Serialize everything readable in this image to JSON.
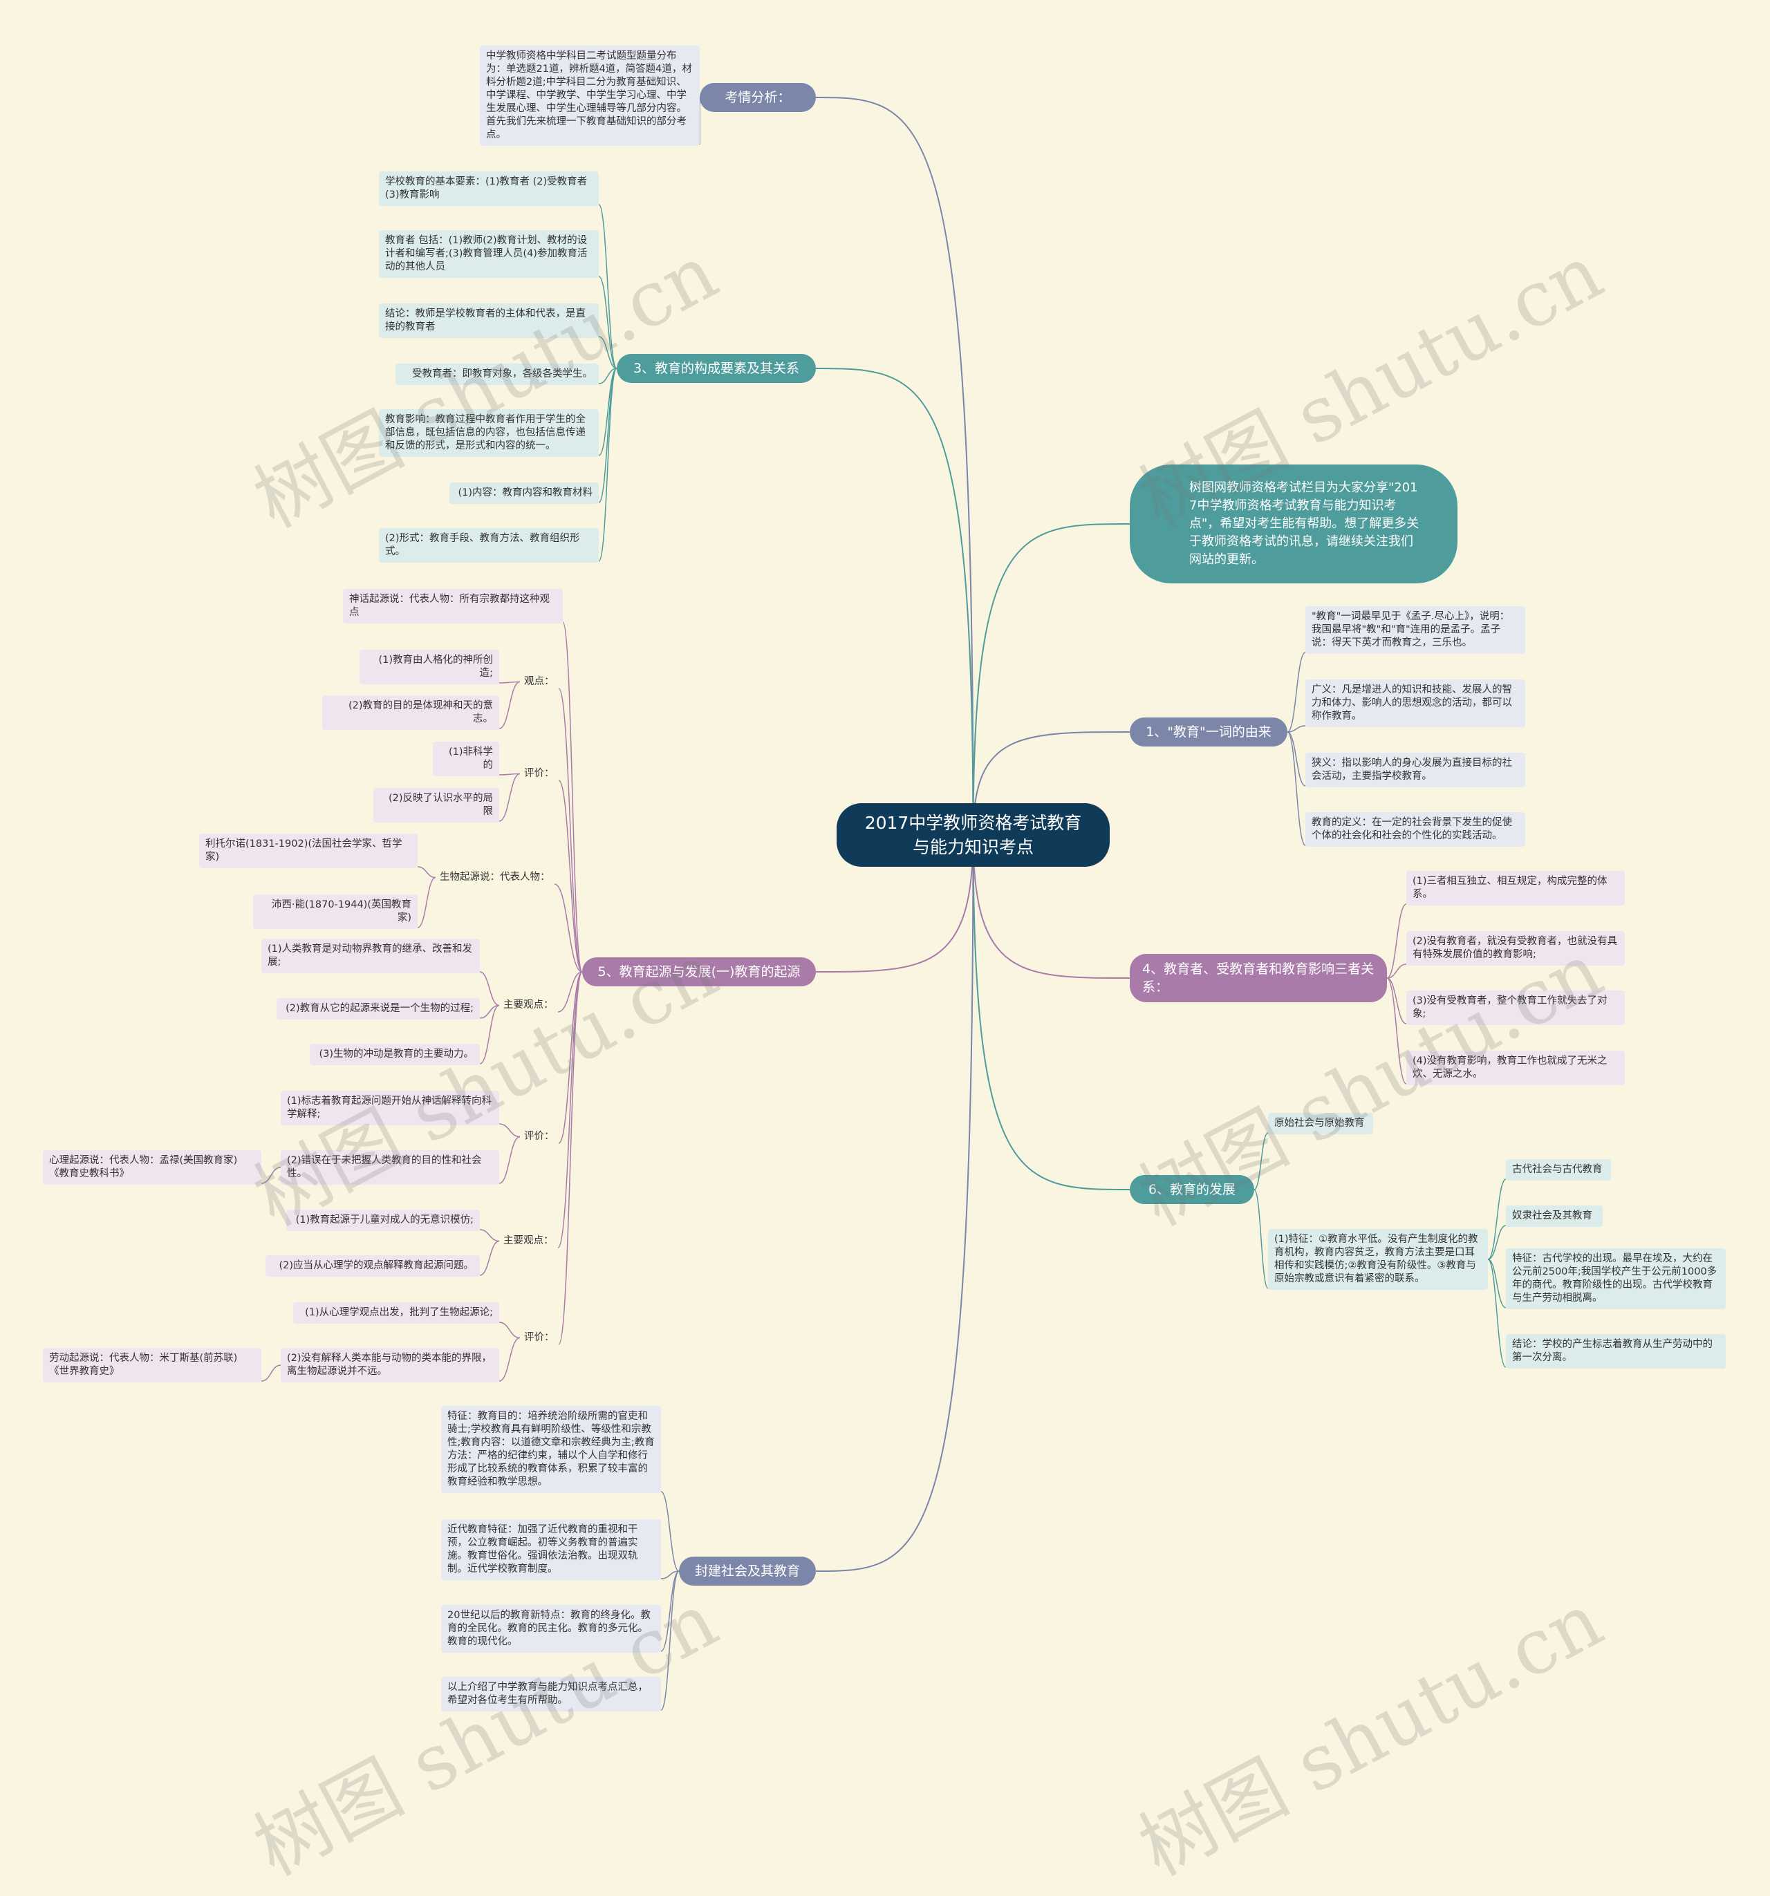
{
  "center": "2017中学教师资格考试教育与能力知识考点",
  "watermark": "树图 shutu.cn",
  "colors": {
    "background": "#faf5e1",
    "center": "#0f3a58",
    "slate": "#7b86a8",
    "teal": "#4e9c9c",
    "purple": "#a87ba8"
  },
  "right": {
    "intro": "树图网教师资格考试栏目为大家分享\"2017中学教师资格考试教育与能力知识考点\"，希望对考生能有帮助。想了解更多关于教师资格考试的讯息，请继续关注我们网站的更新。",
    "b1": {
      "label": "1、\"教育\"一词的由来",
      "leaves": [
        "\"教育\"一词最早见于《孟子.尽心上》，说明：我国最早将\"教\"和\"育\"连用的是孟子。孟子说：得天下英才而教育之，三乐也。",
        "广义：凡是增进人的知识和技能、发展人的智力和体力、影响人的思想观念的活动，都可以称作教育。",
        "狭义：指以影响人的身心发展为直接目标的社会活动，主要指学校教育。",
        "教育的定义：在一定的社会背景下发生的促使个体的社会化和社会的个性化的实践活动。"
      ]
    },
    "b4": {
      "label": "4、教育者、受教育者和教育影响三者关系：",
      "leaves": [
        "(1)三者相互独立、相互规定，构成完整的体系。",
        "(2)没有教育者，就没有受教育者，也就没有具有特殊发展价值的教育影响;",
        "(3)没有受教育者，整个教育工作就失去了对象;",
        "(4)没有教育影响，教育工作也就成了无米之炊、无源之水。"
      ]
    },
    "b6": {
      "label": "6、教育的发展",
      "primitive": "原始社会与原始教育",
      "primitive_feature": "(1)特征：①教育水平低。没有产生制度化的教育机构，教育内容贫乏，教育方法主要是口耳相传和实践模仿;②教育没有阶级性。③教育与原始宗教或意识有着紧密的联系。",
      "sub": [
        "古代社会与古代教育",
        "奴隶社会及其教育",
        "特征：古代学校的出现。最早在埃及，大约在公元前2500年;我国学校产生于公元前1000多年的商代。教育阶级性的出现。古代学校教育与生产劳动相脱离。",
        "结论：学校的产生标志着教育从生产劳动中的第一次分离。"
      ]
    }
  },
  "left": {
    "kq": {
      "label": "考情分析：",
      "leaf": "中学教师资格中学科目二考试题型题量分布为：单选题21道，辨析题4道，简答题4道，材料分析题2道;中学科目二分为教育基础知识、中学课程、中学教学、中学生学习心理、中学生发展心理、中学生心理辅导等几部分内容。首先我们先来梳理一下教育基础知识的部分考点。"
    },
    "b3": {
      "label": "3、教育的构成要素及其关系",
      "leaves": [
        "学校教育的基本要素：(1)教育者 (2)受教育者 (3)教育影响",
        "教育者 包括：(1)教师(2)教育计划、教材的设计者和编写者;(3)教育管理人员(4)参加教育活动的其他人员",
        "结论：教师是学校教育者的主体和代表，是直接的教育者",
        "受教育者：即教育对象，各级各类学生。",
        "教育影响：教育过程中教育者作用于学生的全部信息，既包括信息的内容，也包括信息传递和反馈的形式，是形式和内容的统一。",
        "(1)内容：教育内容和教育材料",
        "(2)形式：教育手段、教育方法、教育组织形式。"
      ]
    },
    "b5": {
      "label": "5、教育起源与发展(一)教育的起源",
      "myth": "神话起源说：代表人物：所有宗教都持这种观点",
      "view": "观点：",
      "view_items": [
        "(1)教育由人格化的神所创造;",
        "(2)教育的目的是体现神和天的意志。"
      ],
      "eval": "评价：",
      "eval_items": [
        "(1)非科学的",
        "(2)反映了认识水平的局限"
      ],
      "bio": "生物起源说：代表人物：",
      "bio_people": [
        "利托尔诺(1831-1902)(法国社会学家、哲学家)",
        "沛西·能(1870-1944)(英国教育家)"
      ],
      "main_view": "主要观点：",
      "bio_views": [
        "(1)人类教育是对动物界教育的继承、改善和发展;",
        "(2)教育从它的起源来说是一个生物的过程;",
        "(3)生物的冲动是教育的主要动力。"
      ],
      "bio_eval": [
        "(1)标志着教育起源问题开始从神话解释转向科学解释;",
        "(2)错误在于未把握人类教育的目的性和社会性。"
      ],
      "psy": "心理起源说：代表人物：孟禄(美国教育家)《教育史教科书》",
      "psy_views": [
        "(1)教育起源于儿童对成人的无意识模仿;",
        "(2)应当从心理学的观点解释教育起源问题。"
      ],
      "psy_eval": [
        "(1)从心理学观点出发，批判了生物起源论;",
        "(2)没有解释人类本能与动物的类本能的界限，离生物起源说并不远。"
      ],
      "labor": "劳动起源说：代表人物：米丁斯基(前苏联)《世界教育史》"
    },
    "feudal": {
      "label": "封建社会及其教育",
      "leaves": [
        "特征：教育目的：培养统治阶级所需的官吏和骑士;学校教育具有鲜明阶级性、等级性和宗教性;教育内容：以道德文章和宗教经典为主;教育方法：严格的纪律约束，辅以个人自学和修行形成了比较系统的教育体系，积累了较丰富的教育经验和教学思想。",
        "近代教育特征：加强了近代教育的重视和干预，公立教育崛起。初等义务教育的普遍实施。教育世俗化。强调依法治教。出现双轨制。近代学校教育制度。",
        "20世纪以后的教育新特点：教育的终身化。教育的全民化。教育的民主化。教育的多元化。教育的现代化。",
        "以上介绍了中学教育与能力知识点考点汇总，希望对各位考生有所帮助。"
      ]
    }
  }
}
